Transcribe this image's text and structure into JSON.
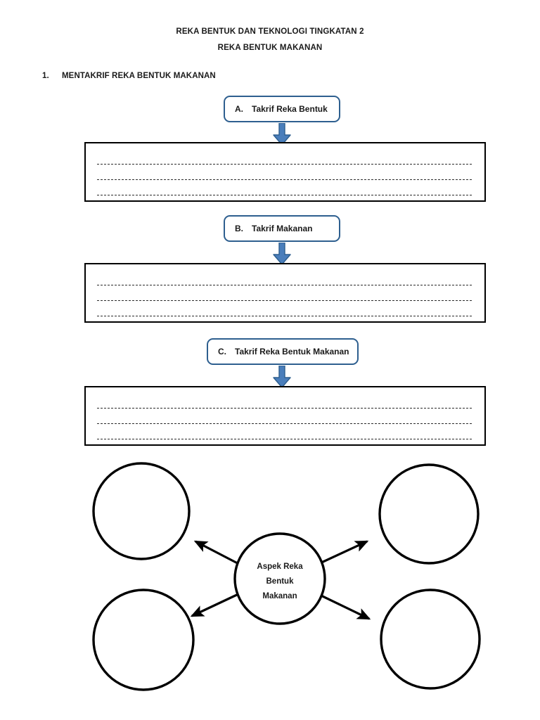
{
  "document": {
    "title_line1": "REKA BENTUK DAN TEKNOLOGI TINGKATAN 2",
    "title_line2": "REKA BENTUK MAKANAN"
  },
  "section": {
    "number": "1.",
    "heading": "MENTAKRIF REKA BENTUK MAKANAN"
  },
  "items": [
    {
      "letter": "A.",
      "label": "Takrif Reka Bentuk",
      "arrow_icon": "down-arrow-icon",
      "answer_lines": [
        "",
        "",
        ""
      ]
    },
    {
      "letter": "B.",
      "label": "Takrif Makanan",
      "arrow_icon": "down-arrow-icon",
      "answer_lines": [
        "",
        "",
        ""
      ]
    },
    {
      "letter": "C.",
      "label": "Takrif Reka Bentuk Makanan",
      "arrow_icon": "down-arrow-icon",
      "answer_lines": [
        "",
        "",
        ""
      ]
    }
  ],
  "concept_map": {
    "center": {
      "line1": "Aspek Reka",
      "line2": "Bentuk",
      "line3": "Makanan"
    },
    "branches": [
      {
        "position": "top-left",
        "label": ""
      },
      {
        "position": "top-right",
        "label": ""
      },
      {
        "position": "bottom-left",
        "label": ""
      },
      {
        "position": "bottom-right",
        "label": ""
      }
    ]
  },
  "colors": {
    "label_border": "#2e5f8f",
    "arrow_fill": "#4a7ebb",
    "arrow_stroke": "#2e5f8f",
    "box_border": "#000000",
    "line_color": "#2b2b2b",
    "text": "#1a1a1a"
  }
}
